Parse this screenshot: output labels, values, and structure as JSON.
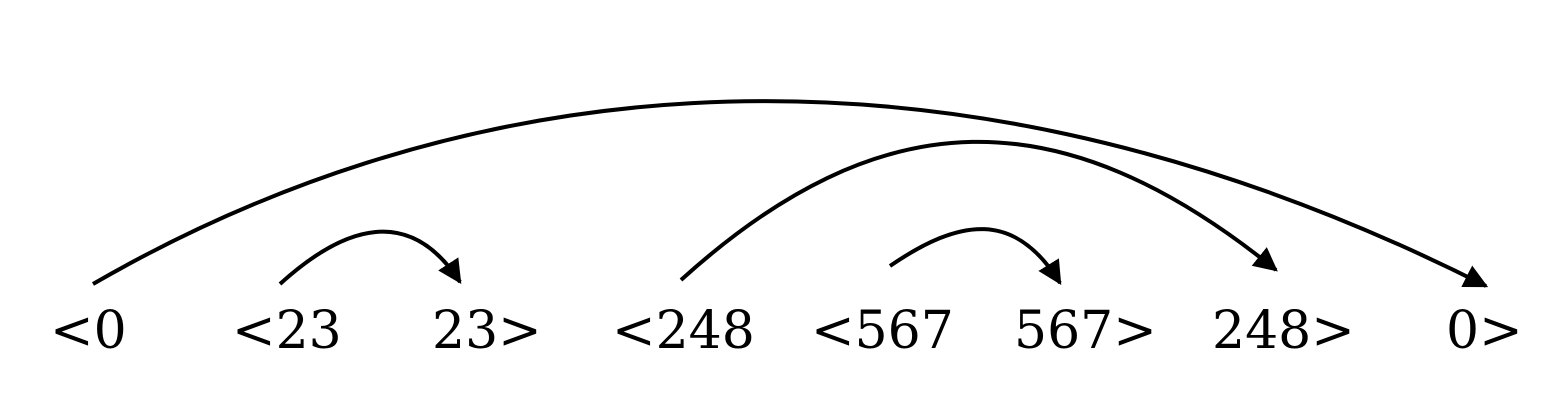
{
  "tokens": [
    "<0",
    "<23",
    "23>",
    "<248",
    "<567",
    "567>",
    "248>",
    "0>"
  ],
  "arcs": [
    {
      "from": "<0",
      "to": "0>"
    },
    {
      "from": "<23",
      "to": "23>"
    },
    {
      "from": "<248",
      "to": "248>"
    },
    {
      "from": "<567",
      "to": "567>"
    }
  ],
  "colors": {
    "ink": "#000000",
    "background": "#ffffff"
  }
}
